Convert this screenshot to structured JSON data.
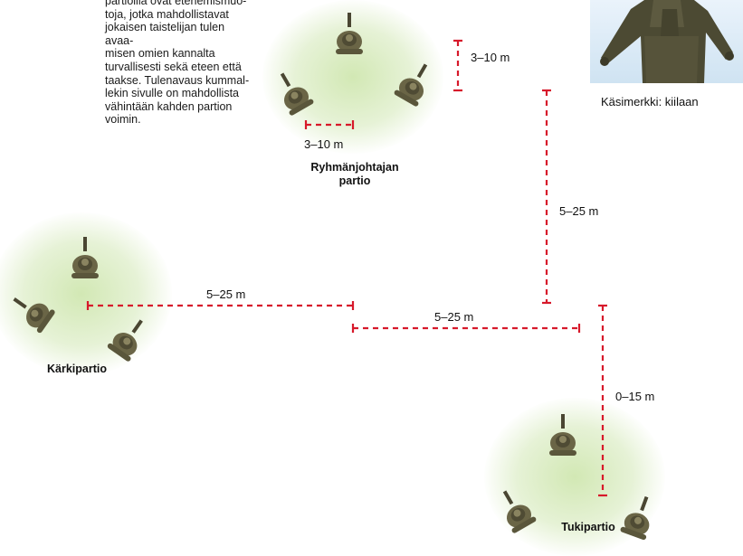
{
  "intro_text": "partioilla ovat etenemismuo-\ntoja, jotka mahdollistavat\njokaisen taistelijan tulen avaa-\nmisen omien kannalta\nturvallisesti sekä eteen että\ntaakse. Tulenavaus kummal-\nlekin sivulle on mahdollista\nvähintään kahden partion\nvoimin.",
  "photo_caption": "Käsimerkki: kiilaan",
  "patrols": {
    "leader": "Ryhmänjohtajan\npartio",
    "point": "Kärkipartio",
    "support": "Tukipartio"
  },
  "distances": {
    "leader_vertical": "3–10 m",
    "leader_horizontal": "3–10 m",
    "leader_to_support_vertical": "5–25 m",
    "point_to_center": "5–25 m",
    "center_to_support": "5–25 m",
    "support_vertical": "0–15 m"
  },
  "colors": {
    "measure_line": "#d7192b",
    "glow": "#c9e3a8",
    "soldier": "#5f5a3e"
  }
}
